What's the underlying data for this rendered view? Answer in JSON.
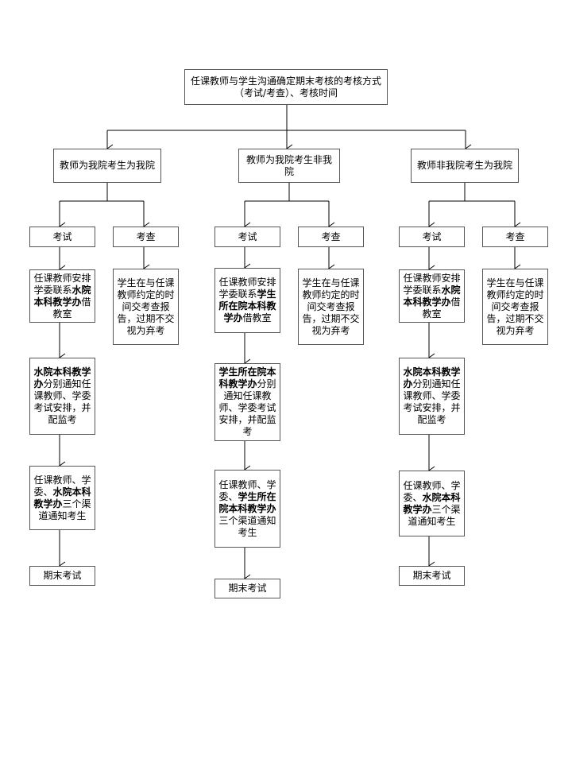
{
  "top": {
    "text": "任课教师与学生沟通确定期末考核的考核方式（考试/考查）、考核时间"
  },
  "columns": [
    {
      "header": {
        "line1": "教师为我院",
        "line2": "考生为我院"
      },
      "exam_label": "考试",
      "check_label": "考查",
      "exam_steps": [
        [
          {
            "t": "任课教师安排学委联系"
          },
          {
            "t": "水院本科教学办",
            "b": true
          },
          {
            "t": "借教室"
          }
        ],
        [
          {
            "t": "水院本科教学办",
            "b": true
          },
          {
            "t": "分别通知任课教师、学委考试安排，并配监考"
          }
        ],
        [
          {
            "t": "任课教师、学委、"
          },
          {
            "t": "水院本科教学办",
            "b": true
          },
          {
            "t": "三个渠道通知考生"
          }
        ]
      ],
      "check_text": "学生在与任课教师约定的时间交考查报告，过期不交视为弃考",
      "final": "期末考试"
    },
    {
      "header": {
        "line1": "教师为我院",
        "line2": "考生非我院"
      },
      "exam_label": "考试",
      "check_label": "考查",
      "exam_steps": [
        [
          {
            "t": "任课教师安排学委联系"
          },
          {
            "t": "学生所在院本科教学办",
            "b": true
          },
          {
            "t": "借教室"
          }
        ],
        [
          {
            "t": "学生所在院本科教学办",
            "b": true
          },
          {
            "t": "分别通知任课教师、学委考试安排，并配监考"
          }
        ],
        [
          {
            "t": "任课教师、学委、"
          },
          {
            "t": "学生所在院本科教学办",
            "b": true
          },
          {
            "t": "三个渠道通知考生"
          }
        ]
      ],
      "check_text": "学生在与任课教师约定的时间交考查报告，过期不交视为弃考",
      "final": "期末考试"
    },
    {
      "header": {
        "line1": "教师非我院",
        "line2": "考生为我院"
      },
      "exam_label": "考试",
      "check_label": "考查",
      "exam_steps": [
        [
          {
            "t": "任课教师安排学委联系"
          },
          {
            "t": "水院本科教学办",
            "b": true
          },
          {
            "t": "借教室"
          }
        ],
        [
          {
            "t": "水院本科教学办",
            "b": true
          },
          {
            "t": "分别通知任课教师、学委考试安排，并配监考"
          }
        ],
        [
          {
            "t": "任课教师、学委、"
          },
          {
            "t": "水院本科教学办",
            "b": true
          },
          {
            "t": "三个渠道通知考生"
          }
        ]
      ],
      "check_text": "学生在与任课教师约定的时间交考查报告，过期不交视为弃考",
      "final": "期末考试"
    }
  ]
}
